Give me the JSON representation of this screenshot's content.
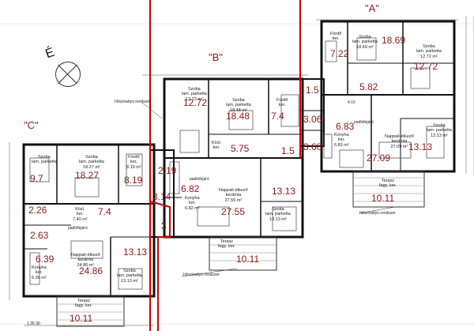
{
  "units": {
    "a": "\"A\"",
    "b": "\"B\"",
    "c": "\"C\""
  },
  "north_mark": "É",
  "areas": {
    "a_furdo": "7.22",
    "a_szoba1": "18.69",
    "a_szoba2": "12.72",
    "a_small1": "5.82",
    "a_small2": "1.5",
    "a_small3": "3.06",
    "a_small4": "3.68",
    "a_konyha": "6.83",
    "a_nappali": "27.09",
    "a_szoba3": "13.13",
    "a_terasz": "10.11",
    "b_szoba1": "12.72",
    "b_szoba2": "18.48",
    "b_furdo": "7.4",
    "b_kozl": "5.75",
    "b_small": "1.5",
    "b_konyha": "6.82",
    "b_nappali": "27.55",
    "b_szoba3": "13.13",
    "b_terasz": "10.11",
    "b_small2": "2.19",
    "b_small3": "3.14",
    "b_small4": "3",
    "c_szoba1": "9.7",
    "c_szoba2": "18.27",
    "c_furdo": "8.19",
    "c_small1": "2.26",
    "c_kozl": "7.4",
    "c_small2": "2.63",
    "c_konyha": "6.39",
    "c_nappali": "24.86",
    "c_szoba3": "13.13",
    "c_terasz": "10.11"
  },
  "room_labels": {
    "a_furdo": "Fürdő\nker.",
    "a_szoba1": "Szoba\nlam. parketta\n18.69 m²",
    "a_szoba2": "Szoba\nlam. parketta\n12.72 m²",
    "a_nappali": "Nappali-étkező\nkerámia\n27.09 m²",
    "a_konyha": "Konyha\nker.\n6.83 m²",
    "a_szoba3": "Szoba\nlam. parketta\n13.13 m²",
    "b_szoba1": "Szoba\nlam. parketta\n12.72 m²",
    "b_szoba2": "Szoba\nlam. parketta\n18.48 m²",
    "b_furdo": "Fürdő\nker.",
    "b_kozl": "Közl.\nker.",
    "b_nappali": "Nappali-étkező\nkerámia\n27.55 m²",
    "b_konyha": "Konyha\nker.\n6.82 m²",
    "b_szoba3": "Szoba\nlam. parketta\n13.13 m²",
    "b_terasz": "Terasz\nfagy. ker.",
    "c_szoba1": "Szoba\nlam. parketta",
    "c_szoba2": "Szoba\nlam. parketta\n18.27 m²",
    "c_furdo": "Fürdő\nker.\n8.19 m²",
    "c_kozl": "Közl.\nker.\n7.40 m²",
    "c_nappali": "Nappali-étkező\nkerámia\n24.86 m²",
    "c_konyha": "Konyha\nker.\n6.39 m²",
    "c_szoba3": "Szoba\nlam. parketta\n13.13 m²",
    "a_terasz": "Terasz\nfagy. ker.",
    "c_terasz": "Terasz\nfagy. ker."
  },
  "notes": {
    "padlo": "padlófejáró",
    "hoszig": "hőszivattyú rendszer",
    "dim1": "1.35 30",
    "dim2": "4.15"
  }
}
